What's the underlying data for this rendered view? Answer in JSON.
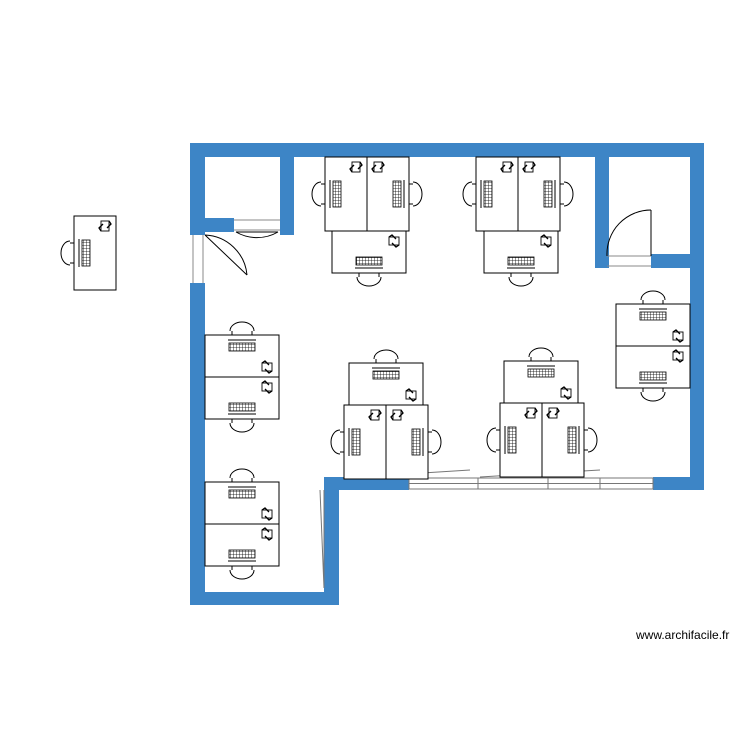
{
  "colors": {
    "wall": "#3d85c6",
    "line": "#000000",
    "paper": "#ffffff",
    "window": "#8a8a8a"
  },
  "plan": {
    "walls": "blue-outline",
    "rooms": [
      "closet-left",
      "closet-right",
      "main-office"
    ],
    "desks": [
      "loose-desk",
      "top-cluster-left-desk-1",
      "top-cluster-left-desk-2",
      "top-cluster-left-desk-3",
      "top-cluster-right-desk-1",
      "top-cluster-right-desk-2",
      "top-cluster-right-desk-3",
      "center-cluster-left-desk-1",
      "center-cluster-left-desk-2",
      "center-cluster-left-desk-3",
      "center-cluster-right-desk-1",
      "center-cluster-right-desk-2",
      "center-cluster-right-desk-3",
      "left-wall-desk-1",
      "left-wall-desk-2",
      "left-wall-desk-3",
      "left-wall-desk-4",
      "right-wall-desk-1",
      "right-wall-desk-2"
    ],
    "icons": [
      "keyboard-icon",
      "phone-icon",
      "chair-icon",
      "door-icon",
      "window-icon"
    ]
  },
  "watermark": "www.archifacile.fr"
}
